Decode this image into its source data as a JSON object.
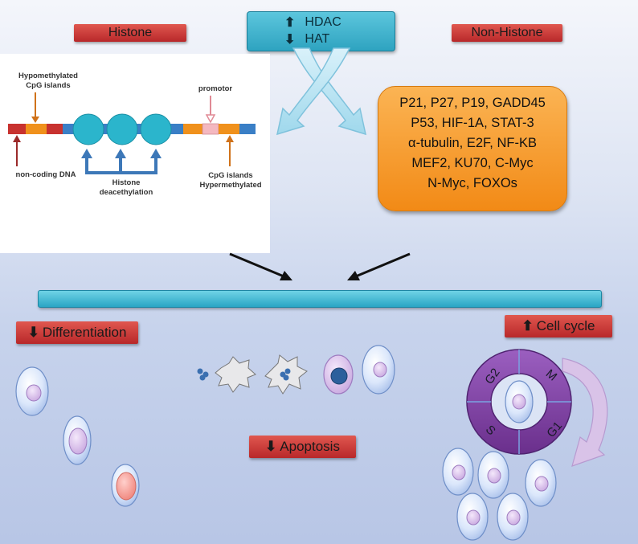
{
  "histone_label": "Histone",
  "nonhistone_label": "Non-Histone",
  "hdac": {
    "up_arrow": "⬆",
    "hdac_text": "HDAC",
    "down_arrow": "⬇",
    "hat_text": "HAT"
  },
  "panel": {
    "hypomethylated_line1": "Hypomethylated",
    "hypomethylated_line2": "CpG islands",
    "promotor": "promotor",
    "noncoding": "non-coding DNA",
    "histone_deacetylation_line1": "Histone",
    "histone_deacetylation_line2": "deacethylation",
    "cpg_hyper_line1": "CpG islands",
    "cpg_hyper_line2": "Hypermethylated"
  },
  "nonhistone_proteins": [
    "P21, P27, P19, GADD45",
    "P53, HIF-1A, STAT-3",
    "α-tubulin, E2F, NF-KB",
    "MEF2, KU70, C-Myc",
    "N-Myc, FOXOs"
  ],
  "differentiation": {
    "arrow": "⬇",
    "text": "Differentiation"
  },
  "apoptosis": {
    "arrow": "⬇",
    "text": "Apoptosis"
  },
  "cell_cycle": {
    "arrow": "⬆",
    "text": "Cell cycle",
    "phases": [
      "G2",
      "M",
      "G1",
      "S"
    ]
  },
  "colors": {
    "red_label": "#c8322f",
    "cyan": "#2ea3c0",
    "orange": "#f28a16",
    "purple_ring": "#7b3f9c"
  }
}
